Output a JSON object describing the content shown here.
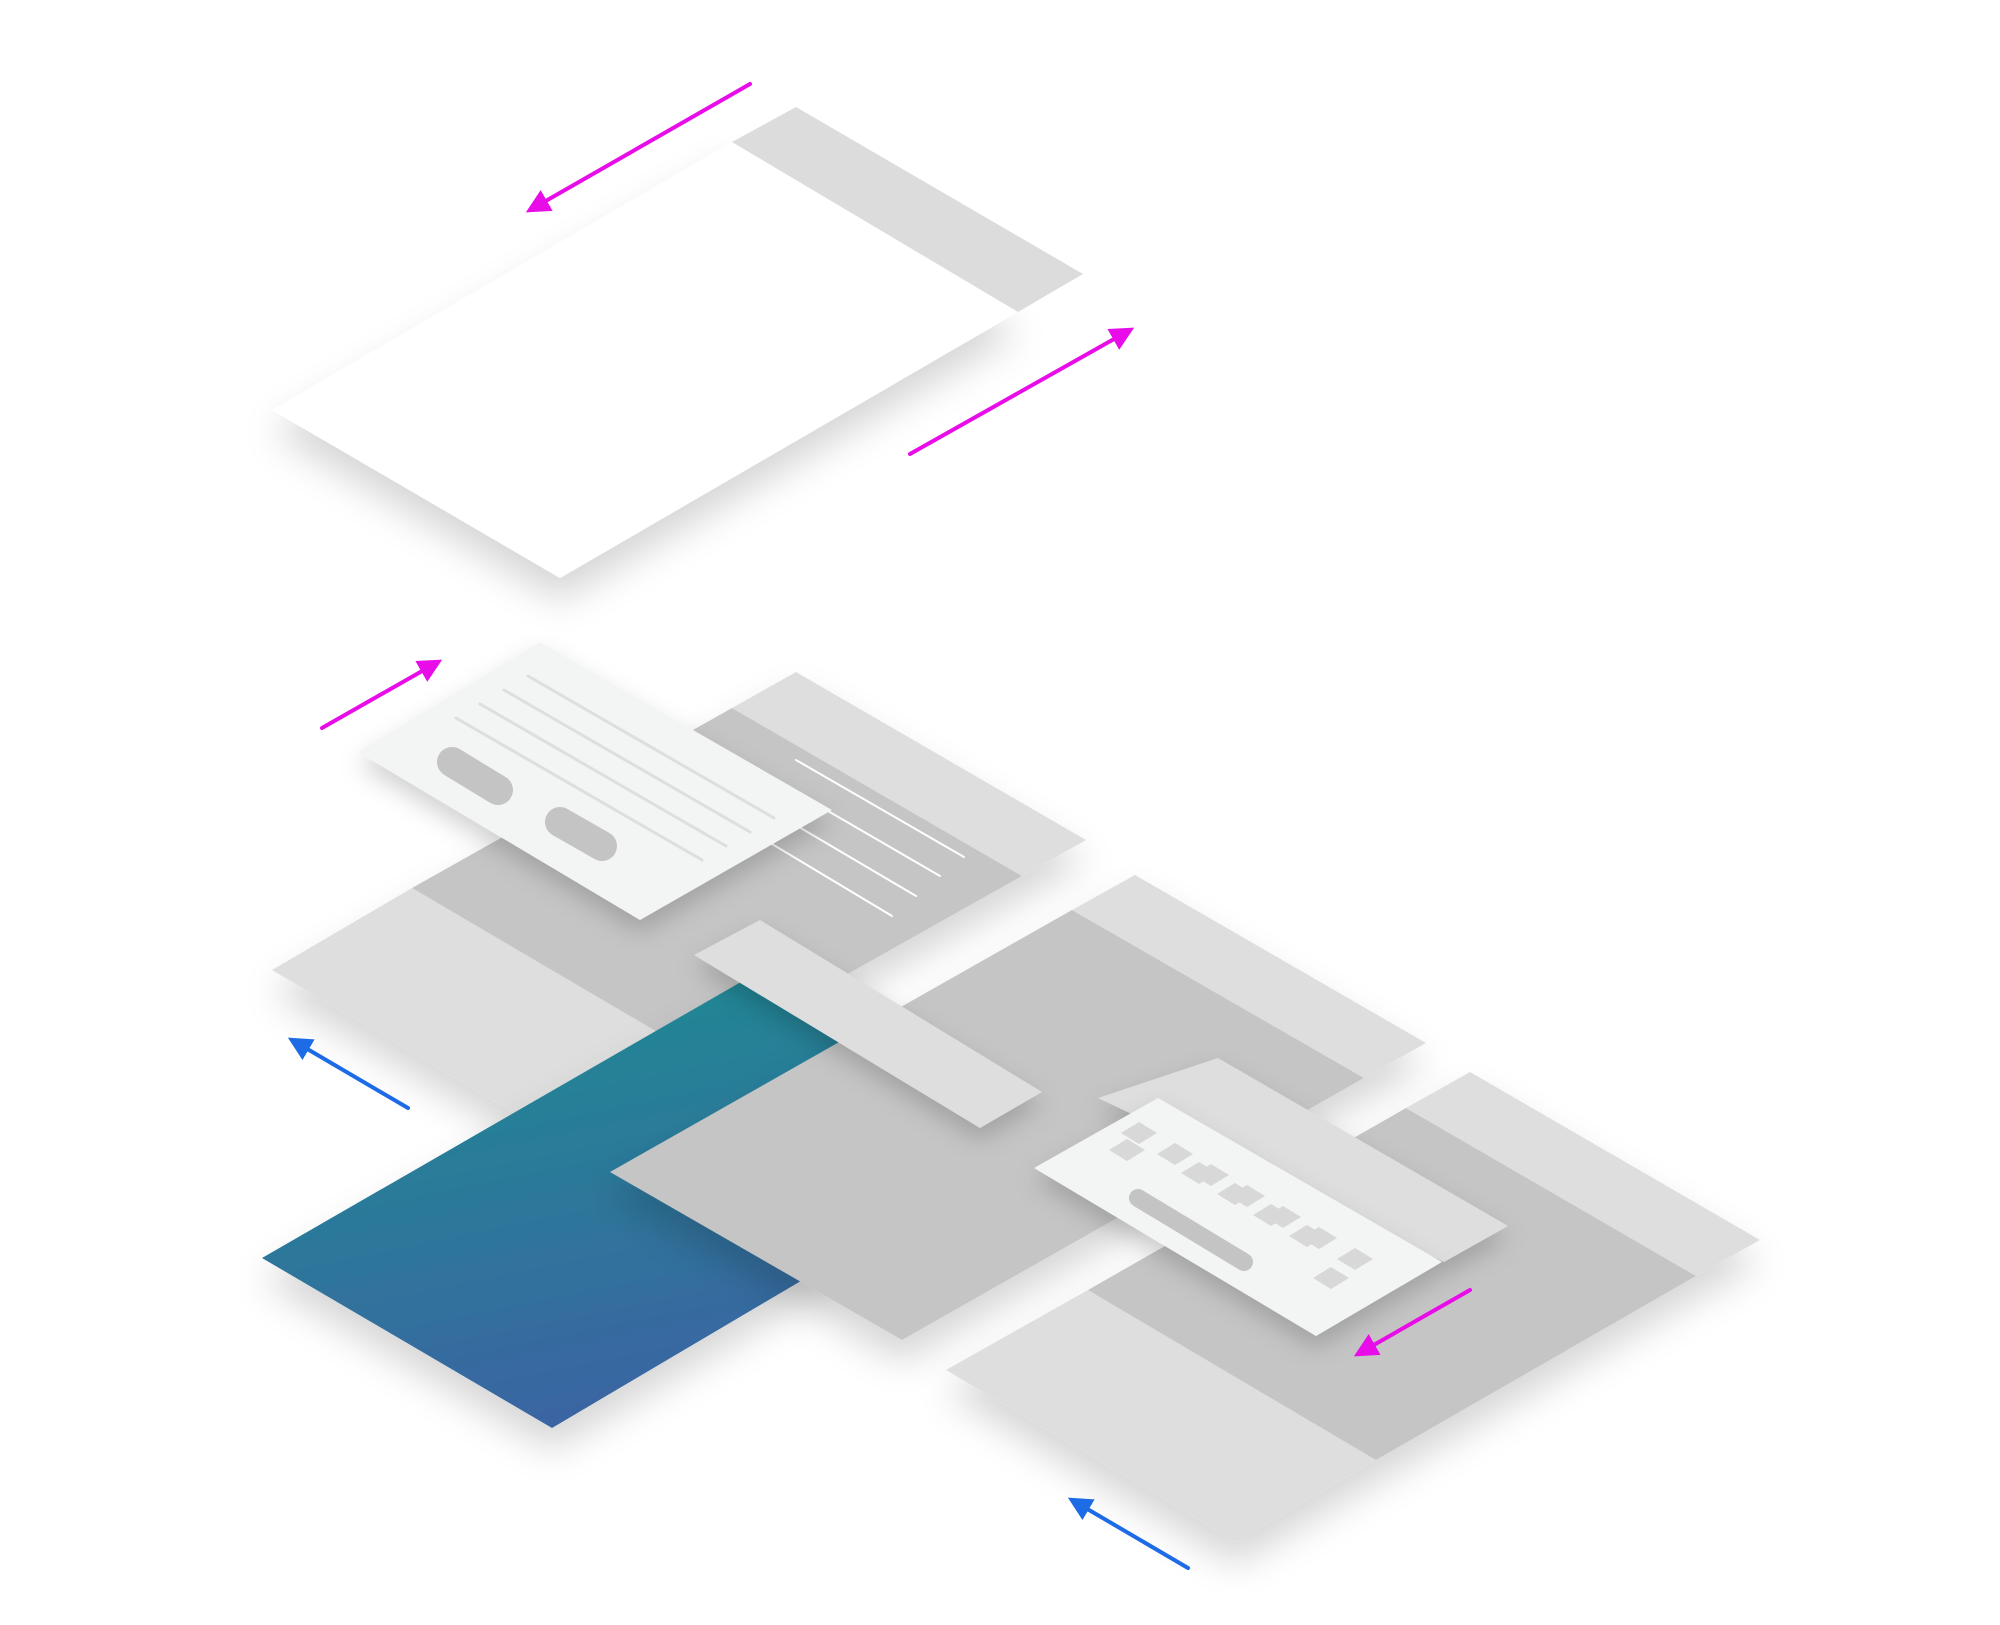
{
  "colors": {
    "background": "#ffffff",
    "panel_white": "#ffffff",
    "panel_light": "#dedede",
    "panel_mid": "#c4c4c4",
    "panel_card": "#f3f4f4",
    "chip": "#c4c4c4",
    "key": "#d8d8d8",
    "line_on_card": "#dedede",
    "line_on_panel": "#ffffff",
    "gradient_top": "#1a9090",
    "gradient_bottom": "#3b64a2",
    "arrow_magenta": "#e80ce8",
    "arrow_blue": "#1e6be6"
  },
  "diagram": {
    "layers": [
      "top-white-sheet",
      "back-gray-screen",
      "dialog-card",
      "gradient-panel",
      "middle-gray-screen",
      "top-bar-strip",
      "right-gray-screen",
      "keyboard-card"
    ],
    "arrows": [
      {
        "name": "arrow-top-left",
        "color": "magenta",
        "direction": "slide-out-left"
      },
      {
        "name": "arrow-top-right",
        "color": "magenta",
        "direction": "slide-out-right"
      },
      {
        "name": "arrow-dialog",
        "color": "magenta",
        "direction": "slide-in"
      },
      {
        "name": "arrow-left-blue",
        "color": "blue",
        "direction": "slide-back"
      },
      {
        "name": "arrow-keyboard",
        "color": "magenta",
        "direction": "slide-down"
      },
      {
        "name": "arrow-bottom-blue",
        "color": "blue",
        "direction": "slide-back"
      }
    ]
  }
}
